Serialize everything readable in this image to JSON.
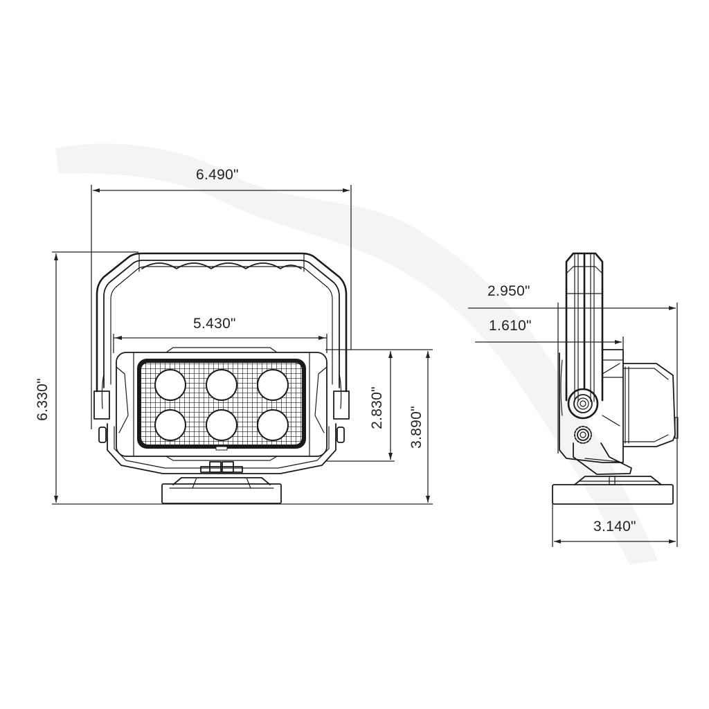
{
  "drawing": {
    "title": "Portable LED work light dimension drawing",
    "line_color": "#1a1a1a",
    "background": "#ffffff",
    "views": [
      {
        "name": "front-view",
        "dimensions": {
          "overall_width": "6.490\"",
          "housing_width": "5.430\"",
          "overall_height": "6.330\"",
          "housing_height": "2.830\"",
          "base_to_housing_top": "3.890\""
        },
        "led_count": 6,
        "led_rows": 2,
        "led_cols": 3
      },
      {
        "name": "side-view",
        "dimensions": {
          "overall_depth": "2.950\"",
          "handle_to_housing_depth": "1.610\"",
          "base_depth": "3.140\""
        }
      }
    ]
  }
}
